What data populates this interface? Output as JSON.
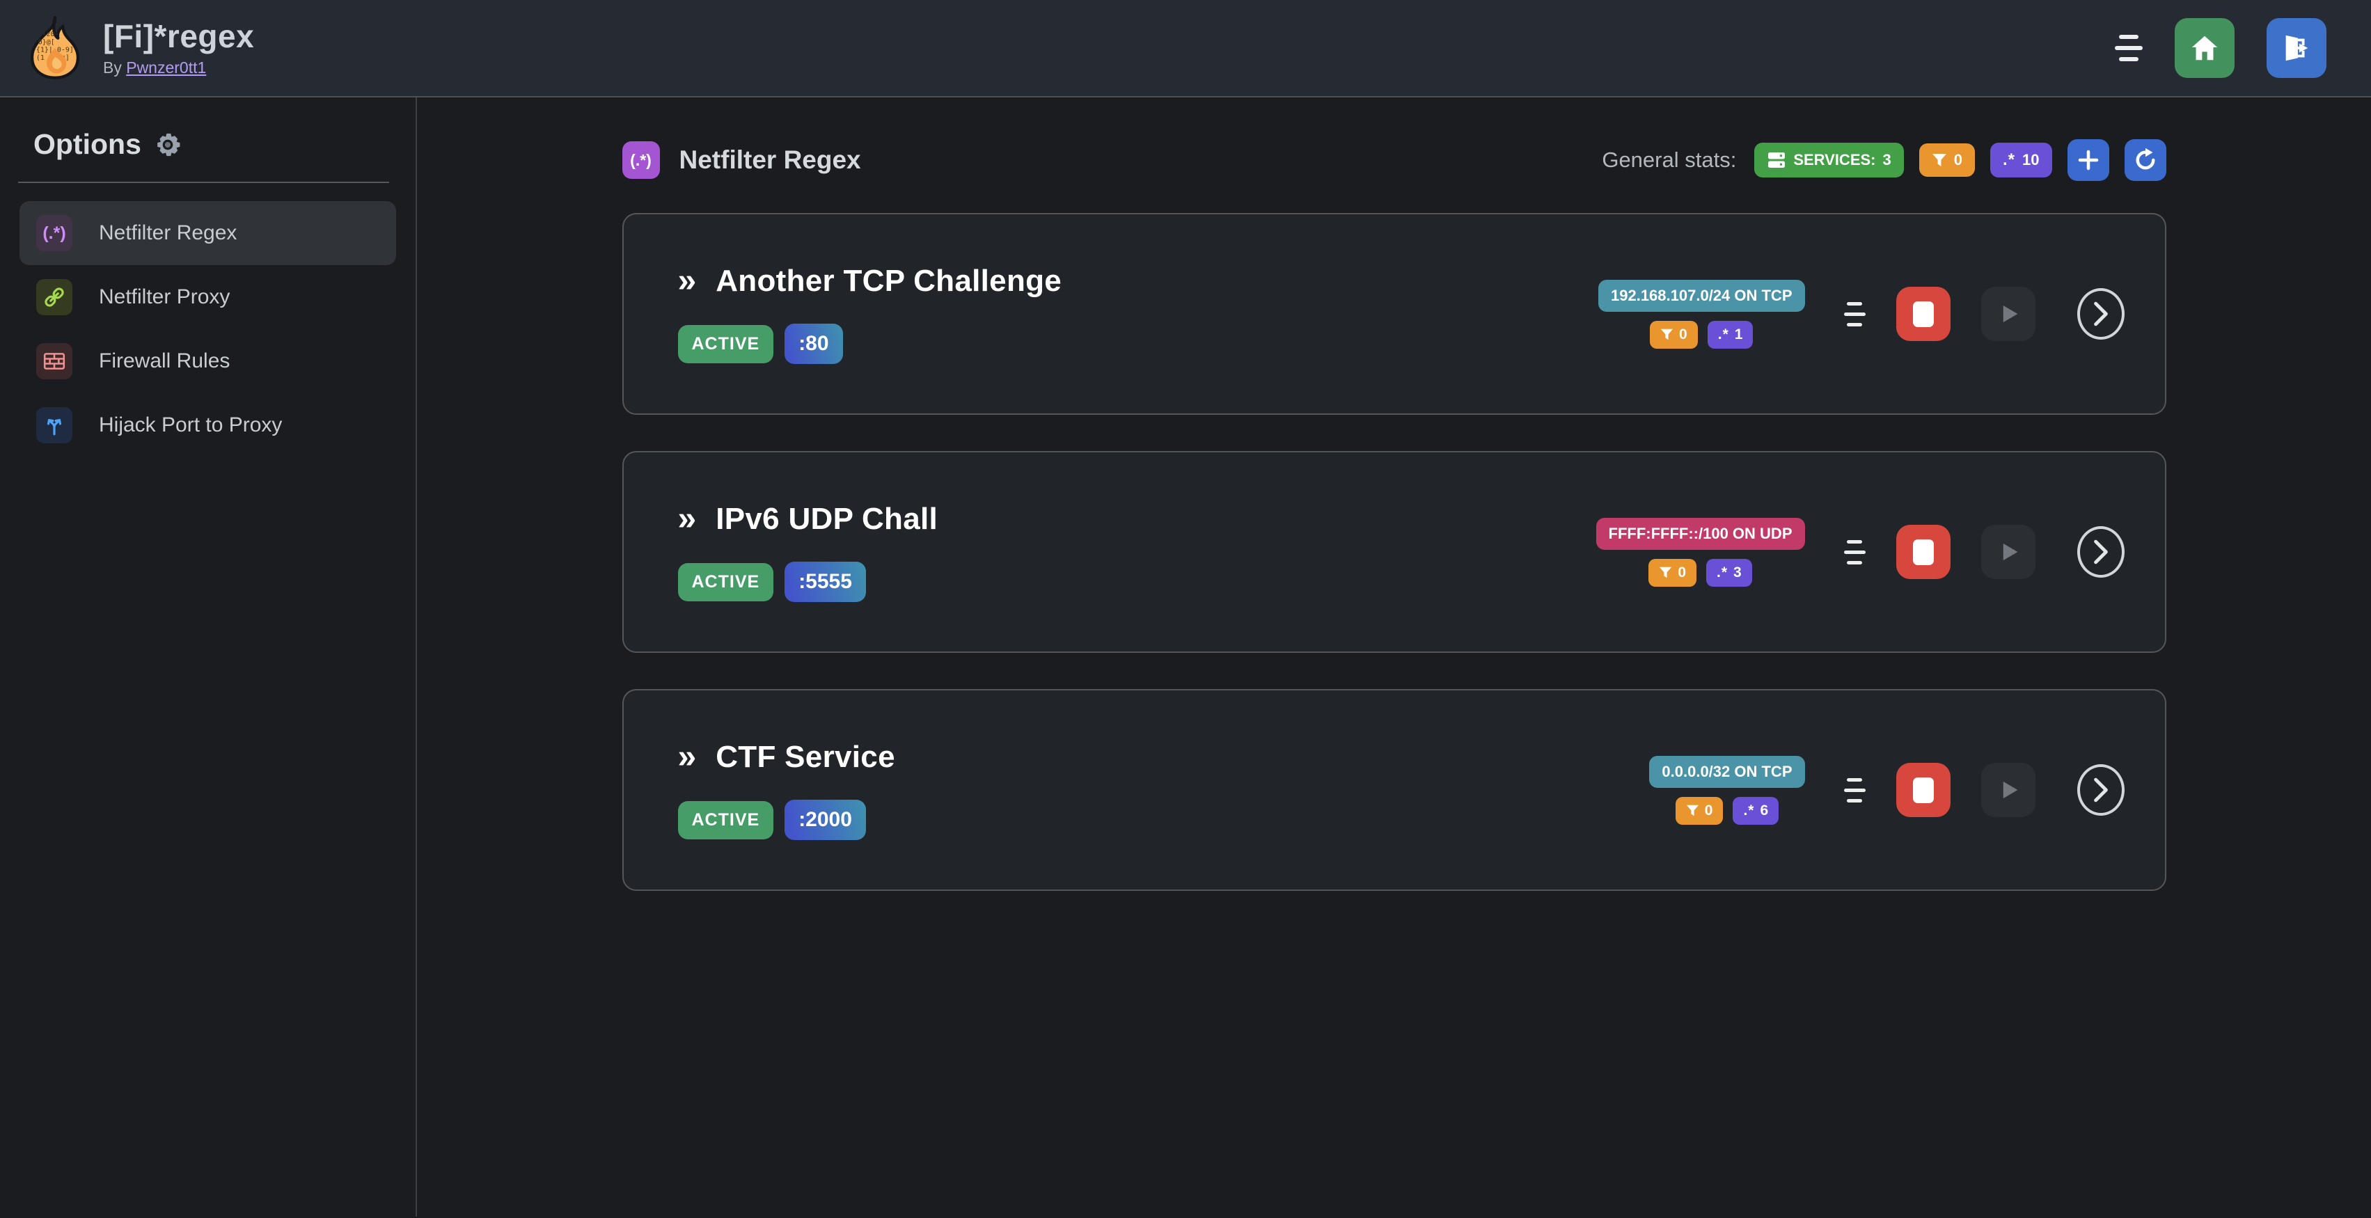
{
  "header": {
    "title": "[Fi]*regex",
    "byline_prefix": "By",
    "author_link": "Pwnzer0tt1"
  },
  "sidebar": {
    "heading": "Options",
    "items": [
      {
        "label": "Netfilter Regex"
      },
      {
        "label": "Netfilter Proxy"
      },
      {
        "label": "Firewall Rules"
      },
      {
        "label": "Hijack Port to Proxy"
      }
    ]
  },
  "main": {
    "section_title": "Netfilter Regex",
    "stats_label": "General stats:",
    "stats": {
      "services_label": "SERVICES:",
      "services_count": 3,
      "filters_count": 0,
      "regex_count": 10
    },
    "services": [
      {
        "name": "Another TCP Challenge",
        "status": "ACTIVE",
        "port": ":80",
        "cidr": "192.168.107.0/24 ON TCP",
        "cidr_variant": "teal",
        "filters": 0,
        "regexes": 1
      },
      {
        "name": "IPv6 UDP Chall",
        "status": "ACTIVE",
        "port": ":5555",
        "cidr": "FFFF:FFFF::/100 ON UDP",
        "cidr_variant": "pink",
        "filters": 0,
        "regexes": 3
      },
      {
        "name": "CTF Service",
        "status": "ACTIVE",
        "port": ":2000",
        "cidr": "0.0.0.0/32 ON TCP",
        "cidr_variant": "teal",
        "filters": 0,
        "regexes": 6
      }
    ]
  },
  "icons": {
    "regex_paren": "(.*)",
    "regex_dot_star": ".*",
    "double_chevron": "»"
  },
  "colors": {
    "header_bg": "#262b33",
    "page_bg": "#1a1c20",
    "card_bg": "#212428",
    "accent_purple": "#a355d2",
    "green_stat": "#43a047",
    "green_active": "#479d68",
    "green_home": "#43915c",
    "orange": "#e8962d",
    "violet": "#6950d6",
    "teal": "#4b93a6",
    "pink": "#c23a68",
    "blue": "#3a6ace",
    "red_stop": "#d8473d"
  }
}
